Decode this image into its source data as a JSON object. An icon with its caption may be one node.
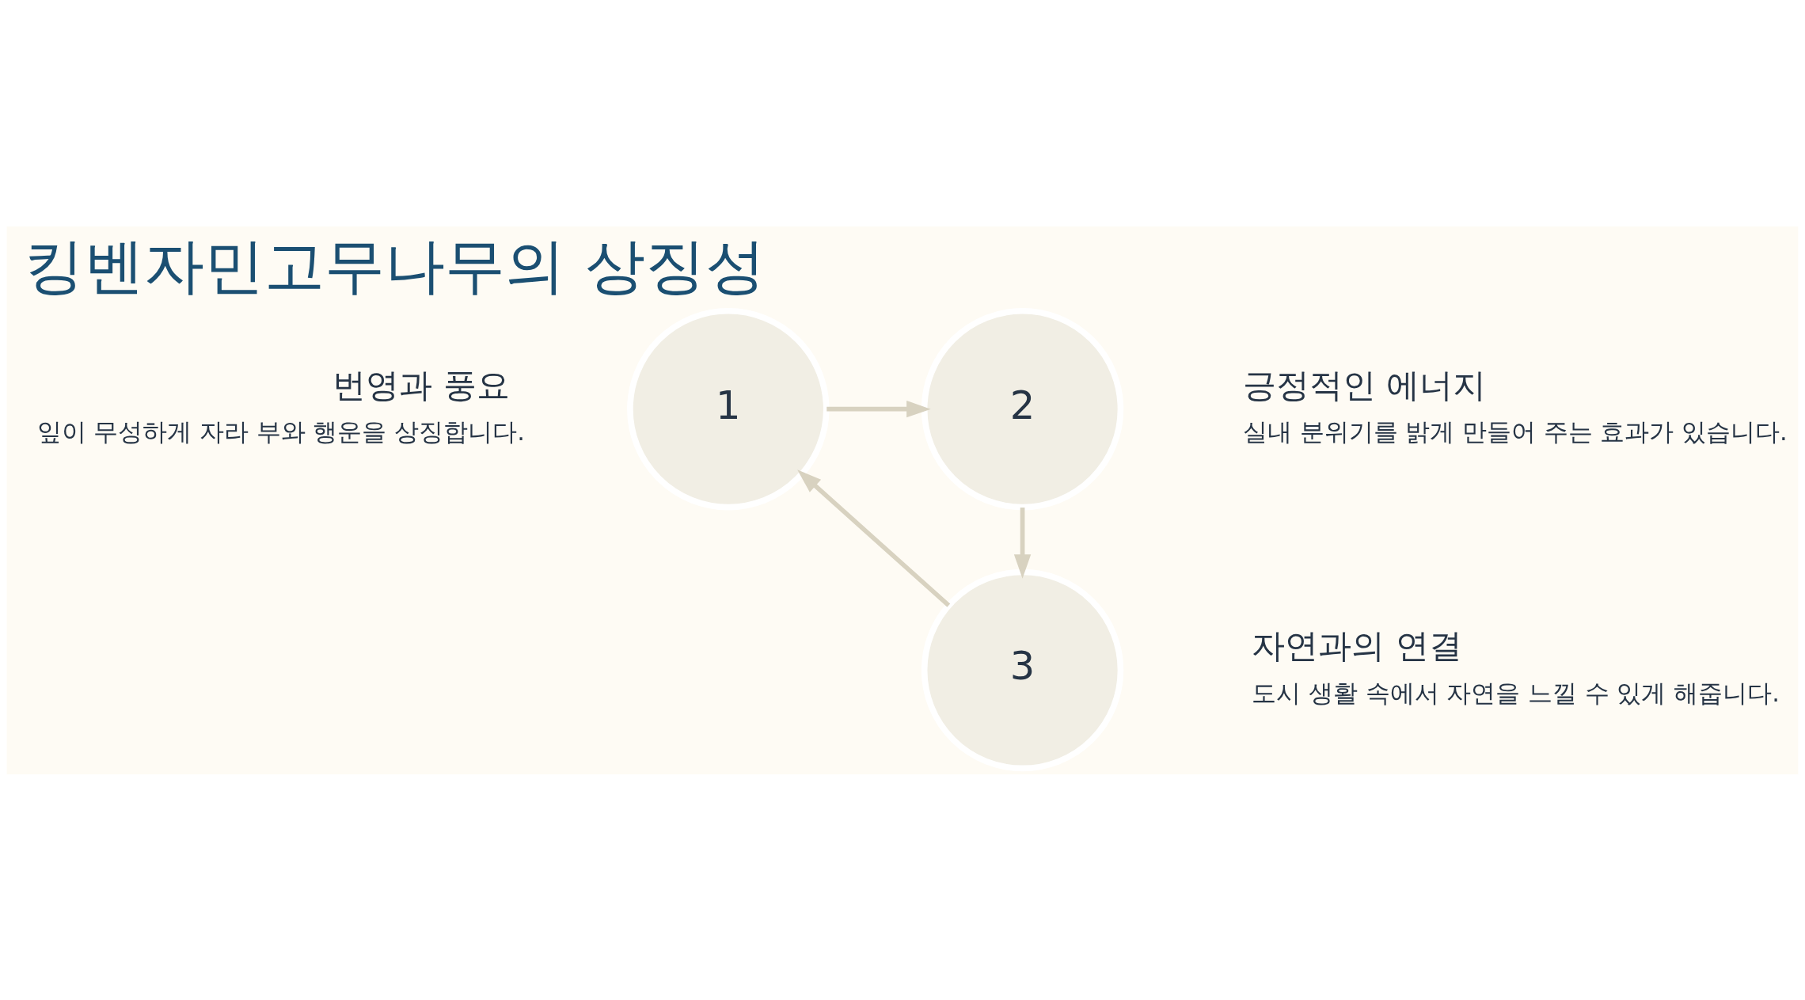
{
  "diagram": {
    "title": "킹벤자민고무나무의 상징성",
    "nodes": [
      {
        "text": [
          "1"
        ],
        "beside": [
          "번영과 풍요",
          "잎이 무성하게 자라 부와 행운을 상징합니다."
        ]
      },
      {
        "text": [
          "2"
        ],
        "beside": [
          "긍정적인 에너지",
          "실내 분위기를 밝게 만들어 주는 효과가 있습니다."
        ]
      },
      {
        "text": [
          "3"
        ],
        "beside": [
          "자연과의 연결",
          "도시 생활 속에서 자연을 느낄 수 있게 해줍니다."
        ]
      }
    ],
    "edges": [
      {
        "from": 0,
        "to": 1,
        "arrow": "to"
      },
      {
        "from": 1,
        "to": 2,
        "arrow": "to"
      },
      {
        "from": 2,
        "to": 0,
        "arrow": "to"
      }
    ]
  }
}
